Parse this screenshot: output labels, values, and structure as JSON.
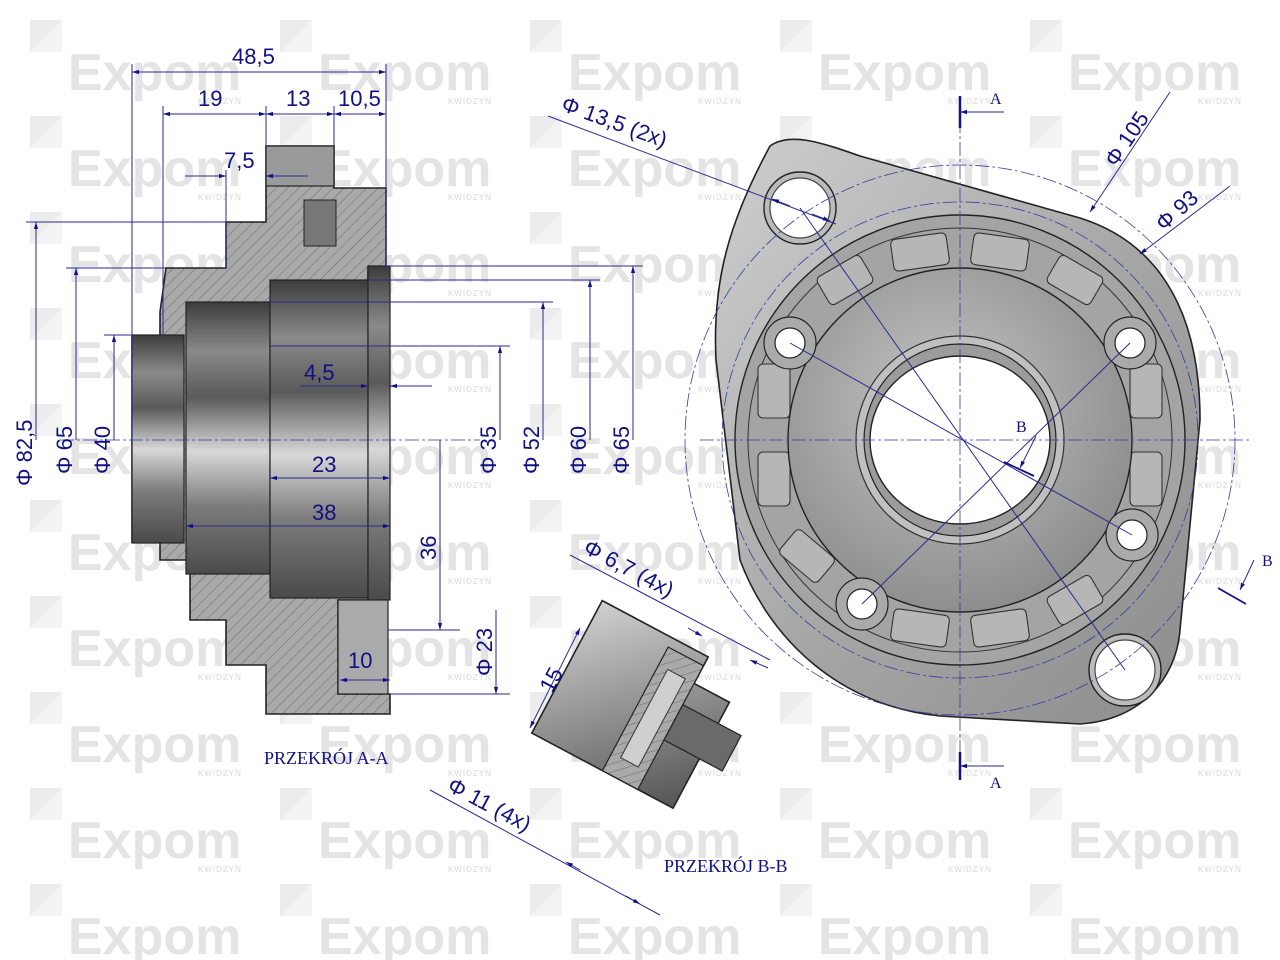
{
  "watermark": {
    "brand": "Expom",
    "sub": "KWIDZYN",
    "color": "#e4e4e4"
  },
  "section_aa": {
    "title": "PRZEKRÓJ A-A",
    "dims": {
      "overall_length": "48,5",
      "d19": "19",
      "d13": "13",
      "d10_5": "10,5",
      "d7_5": "7,5",
      "d4_5": "4,5",
      "d23": "23",
      "d38": "38",
      "d36": "36",
      "d10": "10",
      "dia82_5": "Φ 82,5",
      "dia65_left": "Φ 65",
      "dia40": "Φ 40",
      "dia35": "Φ 35",
      "dia52": "Φ 52",
      "dia60": "Φ 60",
      "dia65_right": "Φ 65",
      "dia23": "Φ 23"
    }
  },
  "front_view": {
    "dims": {
      "hole_2x": "Φ 13,5  (2x)",
      "dia105": "Φ 105",
      "dia93": "Φ 93"
    },
    "section_markers": {
      "a_top": "A",
      "a_bottom": "A",
      "b_inner": "B",
      "b_outer": "B"
    }
  },
  "section_bb": {
    "title": "PRZEKRÓJ B-B",
    "dims": {
      "hole_4x_small": "Φ 6,7  (4x)",
      "hole_4x_large": "Φ 11  (4x)",
      "d15": "15"
    }
  },
  "colors": {
    "dimension": "#101080",
    "metal_light": "#c8c8c8",
    "metal_dark": "#6a6a6a",
    "hatch_fill": "#a9a9a9"
  }
}
